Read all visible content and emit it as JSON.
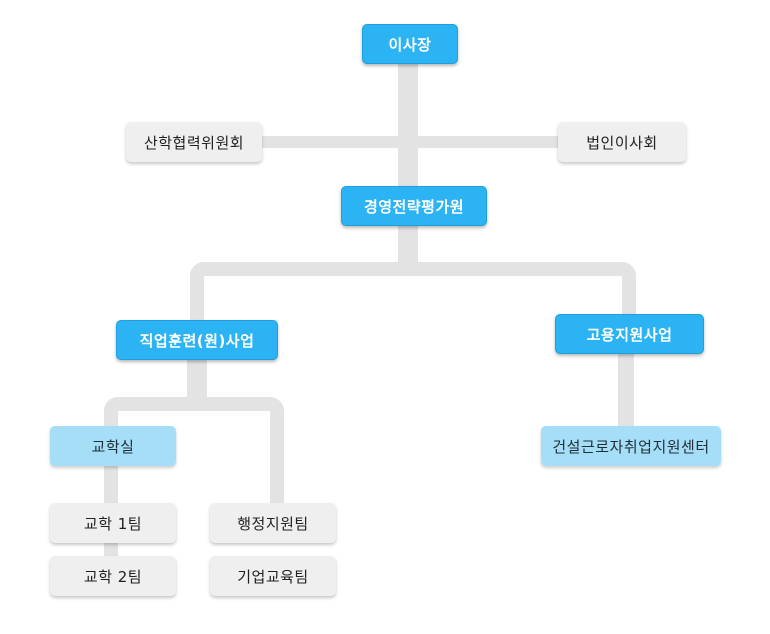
{
  "chairman": "이사장",
  "industry_committee": "산학협력위원회",
  "board": "법인이사회",
  "strategy": "경영전략평가원",
  "vocational": "직업훈련(원)사업",
  "employment": "고용지원사업",
  "academic_office": "교학실",
  "construction_center": "건설근로자취업지원센터",
  "academic_team_1": "교학 1팀",
  "academic_team_2": "교학 2팀",
  "admin_team": "행정지원팀",
  "corporate_team": "기업교육팀",
  "colors": {
    "primary": "#2bb3f3",
    "light": "#a6def7",
    "gray": "#efefef",
    "connector": "#e3e3e3"
  }
}
